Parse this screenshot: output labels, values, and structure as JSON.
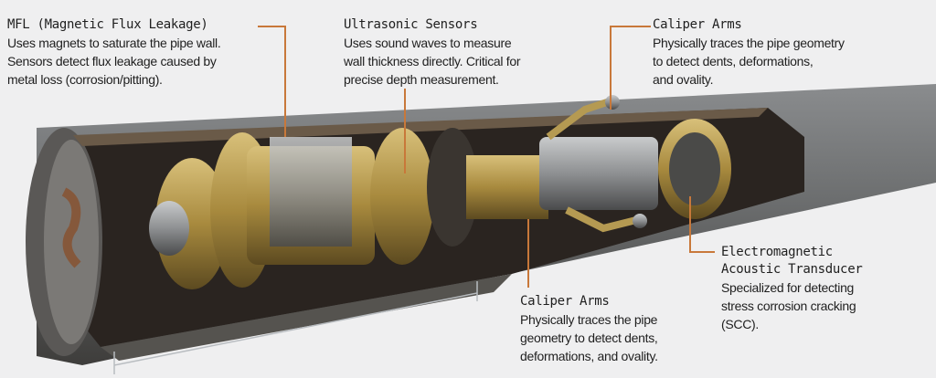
{
  "accent_color": "#c8783a",
  "callouts": {
    "mfl": {
      "title": "MFL (Magnetic Flux Leakage)",
      "lines": [
        "Uses magnets to saturate the pipe wall.",
        "Sensors detect flux leakage caused by",
        "metal loss (corrosion/pitting)."
      ]
    },
    "ultrasonic": {
      "title": "Ultrasonic Sensors",
      "lines": [
        "Uses sound waves to measure",
        "wall thickness directly. Critical for",
        "precise depth measurement."
      ]
    },
    "caliper_top": {
      "title": "Caliper Arms",
      "lines": [
        "Physically traces the pipe geometry",
        "to detect dents, deformations,",
        "and ovality."
      ]
    },
    "caliper_bottom": {
      "title": "Caliper Arms",
      "lines": [
        "Physically traces the pipe",
        "geometry to detect dents,",
        "deformations, and ovality."
      ]
    },
    "emat": {
      "title": "Electromagnetic",
      "title2": "Acoustic Transducer",
      "lines": [
        "Specialized for detecting",
        "stress corrosion cracking",
        "(SCC)."
      ]
    }
  }
}
